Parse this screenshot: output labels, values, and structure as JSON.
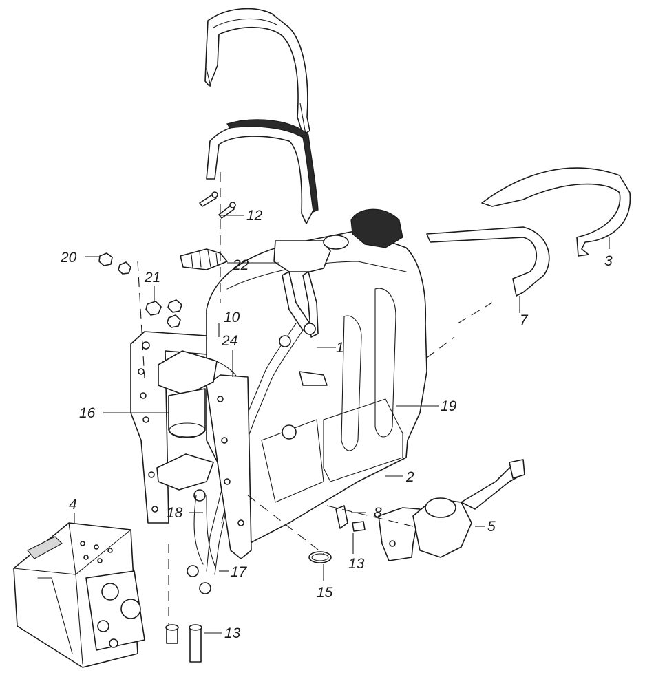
{
  "diagram": {
    "callouts": [
      {
        "id": "c1",
        "text": "1"
      },
      {
        "id": "c2",
        "text": "2"
      },
      {
        "id": "c3",
        "text": "3"
      },
      {
        "id": "c4",
        "text": "4"
      },
      {
        "id": "c5",
        "text": "5"
      },
      {
        "id": "c7",
        "text": "7"
      },
      {
        "id": "c8",
        "text": "8"
      },
      {
        "id": "c10",
        "text": "10"
      },
      {
        "id": "c12",
        "text": "12"
      },
      {
        "id": "c13a",
        "text": "13"
      },
      {
        "id": "c13b",
        "text": "13"
      },
      {
        "id": "c15",
        "text": "15"
      },
      {
        "id": "c16",
        "text": "16"
      },
      {
        "id": "c17",
        "text": "17"
      },
      {
        "id": "c18",
        "text": "18"
      },
      {
        "id": "c19",
        "text": "19"
      },
      {
        "id": "c20",
        "text": "20"
      },
      {
        "id": "c21",
        "text": "21"
      },
      {
        "id": "c22",
        "text": "22"
      },
      {
        "id": "c24",
        "text": "24"
      }
    ]
  }
}
